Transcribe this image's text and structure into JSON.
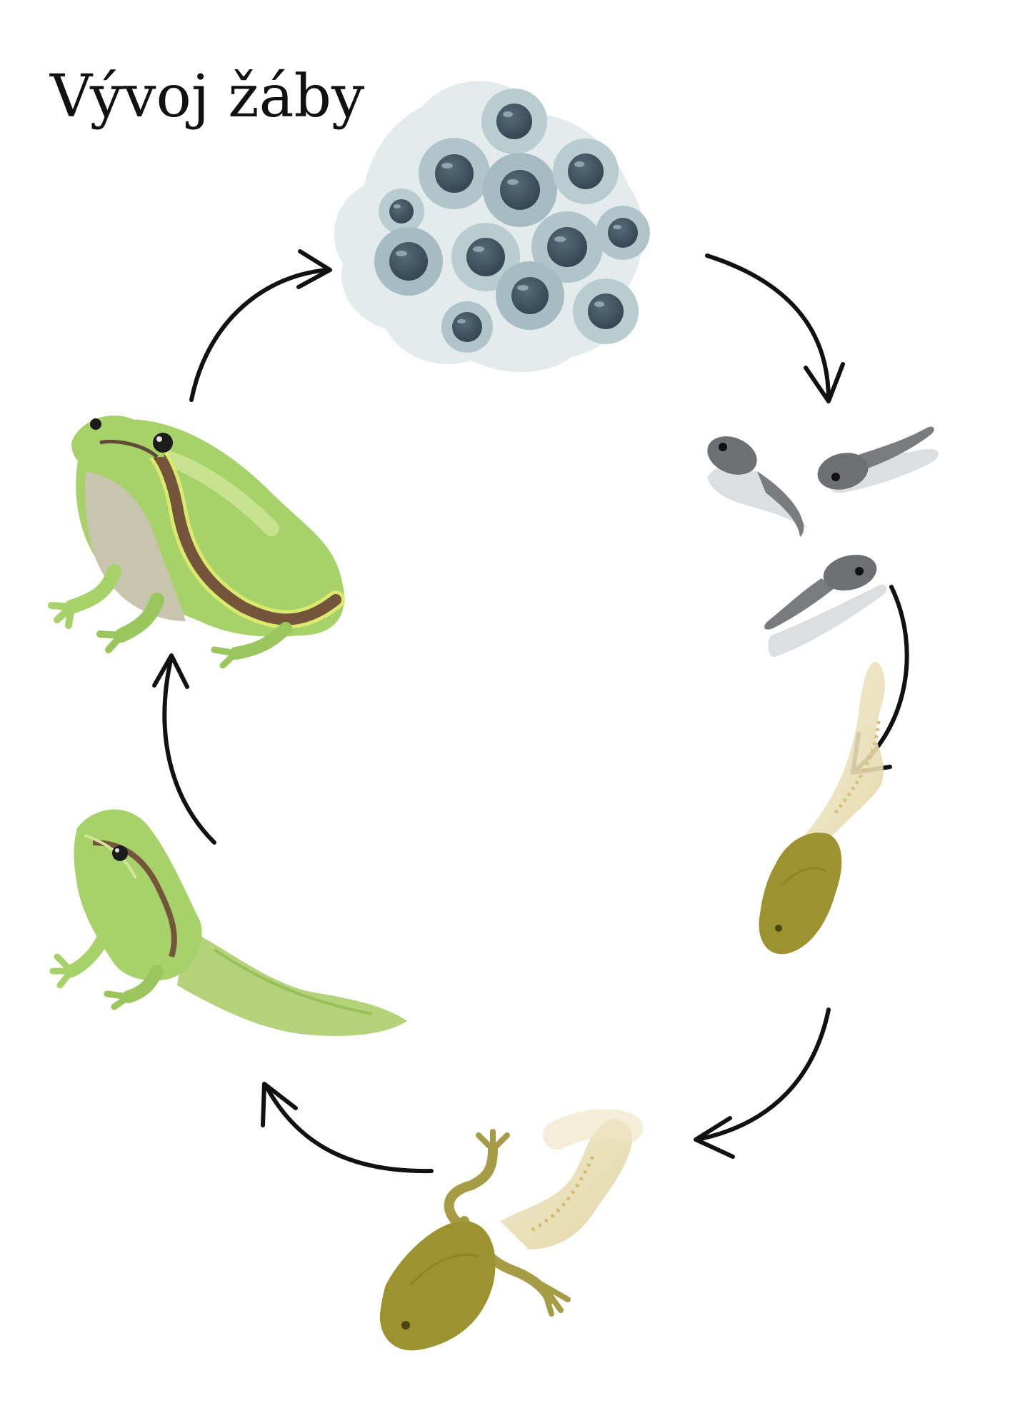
{
  "title": "Vývoj žáby",
  "colors": {
    "arrow": "#111111",
    "egg_jelly": "#b9ccd0",
    "egg_jelly_dark": "#97b1b7",
    "egg_core": "#3f5563",
    "tadpole_gray": "#6e6f72",
    "tadpole_shadow": "#dde0e3",
    "late_tadpole_body": "#9c9230",
    "late_tadpole_tail": "#e9dfb6",
    "frog_green": "#a7d26a",
    "frog_light": "#cfe79a",
    "frog_stripe": "#74553c",
    "frog_belly": "#c9c4ad"
  },
  "stages": [
    {
      "id": "eggs",
      "icon": "frog-eggs-icon"
    },
    {
      "id": "tadpoles",
      "icon": "young-tadpoles-icon"
    },
    {
      "id": "tadpole-growing",
      "icon": "growing-tadpole-icon"
    },
    {
      "id": "tadpole-legs",
      "icon": "tadpole-with-legs-icon"
    },
    {
      "id": "froglet",
      "icon": "froglet-icon"
    },
    {
      "id": "adult-frog",
      "icon": "adult-frog-icon"
    }
  ]
}
